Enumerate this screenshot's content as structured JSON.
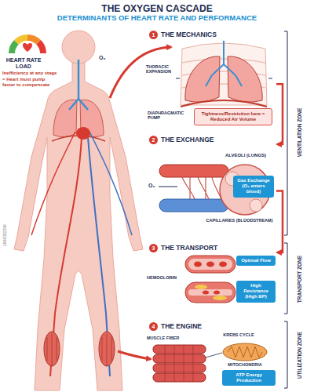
{
  "diagram": {
    "title": "THE OXYGEN CASCADE",
    "nodes": [
      {
        "text": [
          "THE MECHANICS"
        ]
      },
      {
        "text": [
          "Tightness/Restriction here = Reduced Air Volume"
        ],
        "in": 0
      },
      {
        "text": [
          "THE EXCHANGE"
        ]
      },
      {
        "text": [
          "Gas Exchange (O₂ enters blood)"
        ],
        "in": 2
      },
      {
        "text": [
          "THE TRANSPORT"
        ]
      },
      {
        "text": [
          "Optimal Flow"
        ],
        "in": 4
      },
      {
        "text": [
          "High Resistance (High BP)"
        ],
        "in": 4
      },
      {
        "text": [
          "THE ENGINE"
        ]
      },
      {
        "text": [
          "ATP Energy Production"
        ],
        "in": 7
      }
    ],
    "edges": [
      {
        "from": 0,
        "to": 2,
        "arrow": "to"
      },
      {
        "from": 2,
        "to": 4,
        "arrow": "to"
      }
    ],
    "labels": [
      "DETERMINANTS OF HEART RATE AND PERFORMANCE",
      "HEART RATE LOAD",
      "Inefficiency at any stage",
      "= Heart must pump faster to compensate",
      "O₂",
      "1",
      "THORACIC EXPANSION",
      "DIAPHRAGMATIC PUMP",
      "2",
      "ALVEOLI (LUNGS)",
      "O₂",
      "CAPILLARIES (BLOODSTREAM)",
      "3",
      "HEMOGLOBIN",
      "4",
      "KREBS CYCLE",
      "MUSCLE FIBER",
      "MITOCHONDRIA",
      "VENTILATION ZONE",
      "TRANSPORT ZONE",
      "UTILIZATION ZONE",
      "1866382296"
    ]
  }
}
